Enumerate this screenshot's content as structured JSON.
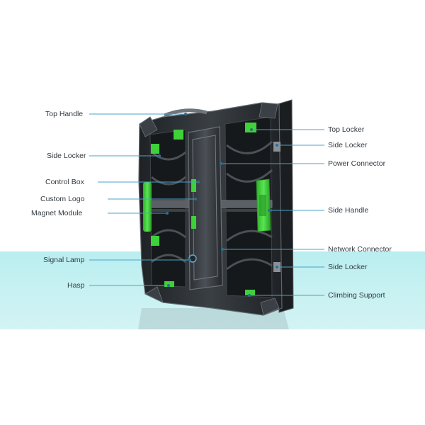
{
  "callouts": {
    "left": [
      {
        "id": "top-handle",
        "text": "Top Handle"
      },
      {
        "id": "side-locker-left",
        "text": "Side Locker"
      },
      {
        "id": "control-box",
        "text": "Control Box"
      },
      {
        "id": "custom-logo",
        "text": "Custom Logo"
      },
      {
        "id": "magnet-module",
        "text": "Magnet Module"
      },
      {
        "id": "signal-lamp",
        "text": "Signal Lamp"
      },
      {
        "id": "hasp",
        "text": "Hasp"
      }
    ],
    "right": [
      {
        "id": "top-locker",
        "text": "Top Locker"
      },
      {
        "id": "side-locker-right-top",
        "text": "Side Locker"
      },
      {
        "id": "power-connector",
        "text": "Power Connector"
      },
      {
        "id": "side-handle",
        "text": "Side Handle"
      },
      {
        "id": "network-connector",
        "text": "Network Connector"
      },
      {
        "id": "side-locker-right-bottom",
        "text": "Side Locker"
      },
      {
        "id": "climbing-support",
        "text": "Climbing Support"
      }
    ]
  },
  "colors": {
    "leader_line": "#4aa3c8",
    "dot": "#2b6f92",
    "frame": "#2b2f33",
    "frame_highlight": "#6b7176",
    "accent_green": "#3fd13a",
    "floor": "#c3f0f2"
  }
}
